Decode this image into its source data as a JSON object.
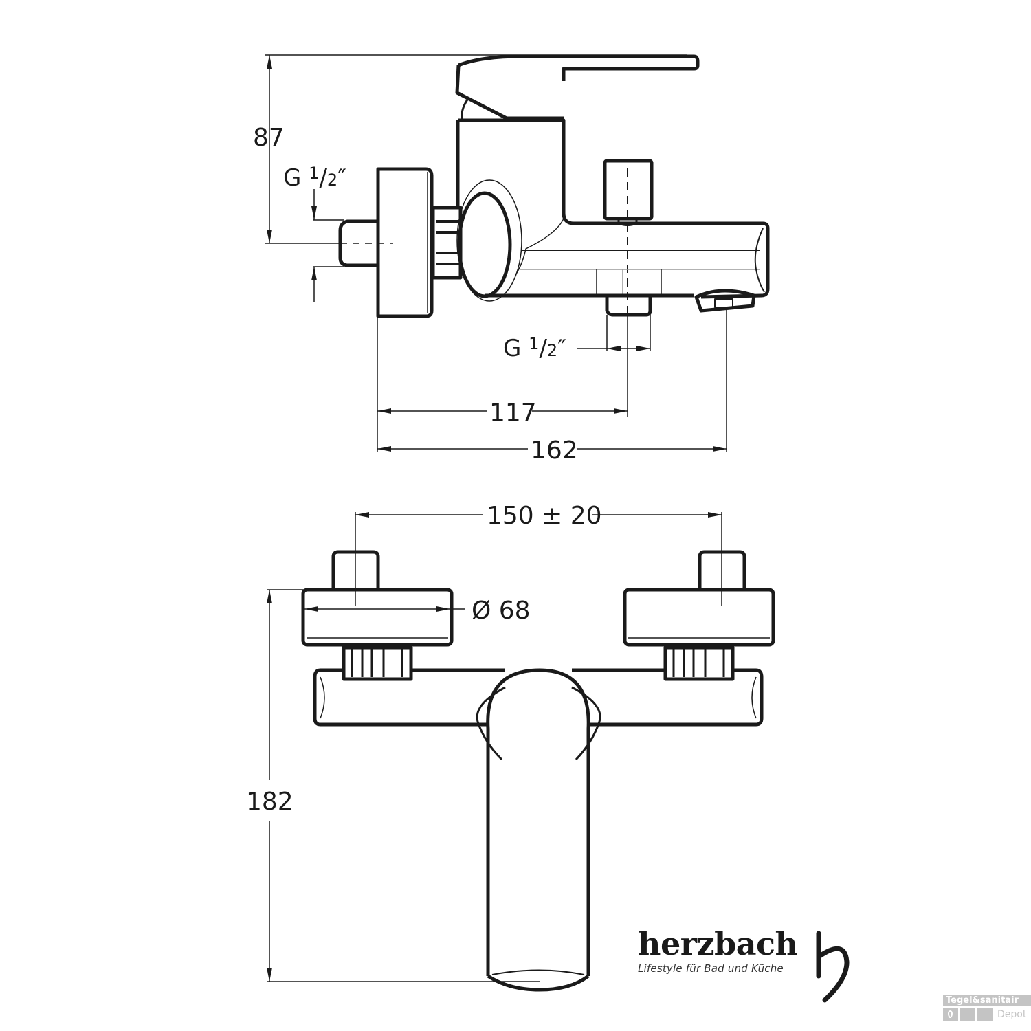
{
  "drawing": {
    "side_view": {
      "height_dim": "87",
      "inlet_thread_left": {
        "prefix": "G",
        "fraction_num": "1",
        "fraction_den": "2",
        "unit": "″"
      },
      "outlet_thread_bottom": {
        "prefix": "G",
        "fraction_num": "1",
        "fraction_den": "2",
        "unit": "″"
      },
      "dim_to_outlet": "117",
      "dim_to_spout": "162"
    },
    "front_view": {
      "centers_dim": "150 ± 20",
      "escutcheon_diameter": "Ø 68",
      "height_dim": "182"
    }
  },
  "brand": {
    "name": "herzbach",
    "tagline": "Lifestyle für Bad und Küche",
    "logo_glyph": "h"
  },
  "watermark": {
    "line1": "Tegel&sanitair",
    "line2": "Depot",
    "icon": "water-drop-icon"
  },
  "colors": {
    "line": "#1a1a1a",
    "thin_line": "#333333",
    "watermark": "#c4c4c4",
    "background": "#ffffff"
  }
}
